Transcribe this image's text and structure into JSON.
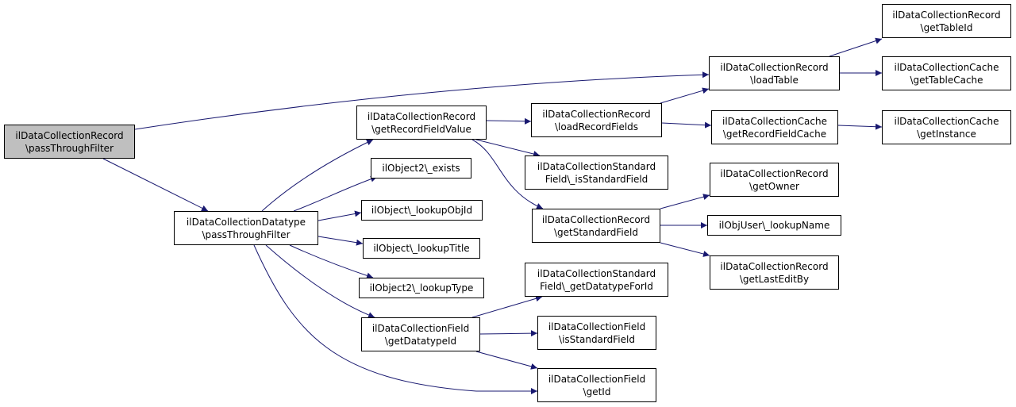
{
  "diagram": {
    "colors": {
      "edge": "#191970",
      "border": "#000000",
      "root_fill": "#bfbfbf",
      "node_fill": "#ffffff"
    },
    "nodes": [
      {
        "id": "n0",
        "line1": "ilDataCollectionRecord",
        "line2": "\\passThroughFilter",
        "root": true
      },
      {
        "id": "n1",
        "line1": "ilDataCollectionDatatype",
        "line2": "\\passThroughFilter"
      },
      {
        "id": "n2",
        "line1": "ilDataCollectionRecord",
        "line2": "\\getRecordFieldValue"
      },
      {
        "id": "n3",
        "line1": "ilObject2\\_exists",
        "line2": ""
      },
      {
        "id": "n4",
        "line1": "ilObject\\_lookupObjId",
        "line2": ""
      },
      {
        "id": "n5",
        "line1": "ilObject\\_lookupTitle",
        "line2": ""
      },
      {
        "id": "n6",
        "line1": "ilObject2\\_lookupType",
        "line2": ""
      },
      {
        "id": "n7",
        "line1": "ilDataCollectionField",
        "line2": "\\getDatatypeId"
      },
      {
        "id": "n8",
        "line1": "ilDataCollectionRecord",
        "line2": "\\loadRecordFields"
      },
      {
        "id": "n9",
        "line1": "ilDataCollectionStandard",
        "line2": "Field\\_isStandardField"
      },
      {
        "id": "n10",
        "line1": "ilDataCollectionRecord",
        "line2": "\\getStandardField"
      },
      {
        "id": "n11",
        "line1": "ilDataCollectionStandard",
        "line2": "Field\\_getDatatypeForId"
      },
      {
        "id": "n12",
        "line1": "ilDataCollectionField",
        "line2": "\\isStandardField"
      },
      {
        "id": "n13",
        "line1": "ilDataCollectionField",
        "line2": "\\getId"
      },
      {
        "id": "n14",
        "line1": "ilDataCollectionRecord",
        "line2": "\\loadTable"
      },
      {
        "id": "n15",
        "line1": "ilDataCollectionCache",
        "line2": "\\getRecordFieldCache"
      },
      {
        "id": "n16",
        "line1": "ilDataCollectionRecord",
        "line2": "\\getOwner"
      },
      {
        "id": "n17",
        "line1": "ilObjUser\\_lookupName",
        "line2": ""
      },
      {
        "id": "n18",
        "line1": "ilDataCollectionRecord",
        "line2": "\\getLastEditBy"
      },
      {
        "id": "n19",
        "line1": "ilDataCollectionRecord",
        "line2": "\\getTableId"
      },
      {
        "id": "n20",
        "line1": "ilDataCollectionCache",
        "line2": "\\getTableCache"
      },
      {
        "id": "n21",
        "line1": "ilDataCollectionCache",
        "line2": "\\getInstance"
      }
    ],
    "edges": [
      [
        "n0",
        "n14"
      ],
      [
        "n0",
        "n1"
      ],
      [
        "n1",
        "n2"
      ],
      [
        "n1",
        "n3"
      ],
      [
        "n1",
        "n4"
      ],
      [
        "n1",
        "n5"
      ],
      [
        "n1",
        "n6"
      ],
      [
        "n1",
        "n7"
      ],
      [
        "n1",
        "n13"
      ],
      [
        "n2",
        "n8"
      ],
      [
        "n2",
        "n9"
      ],
      [
        "n2",
        "n10"
      ],
      [
        "n7",
        "n11"
      ],
      [
        "n7",
        "n12"
      ],
      [
        "n7",
        "n13"
      ],
      [
        "n8",
        "n14"
      ],
      [
        "n8",
        "n15"
      ],
      [
        "n10",
        "n16"
      ],
      [
        "n10",
        "n17"
      ],
      [
        "n10",
        "n18"
      ],
      [
        "n14",
        "n19"
      ],
      [
        "n14",
        "n20"
      ],
      [
        "n15",
        "n21"
      ]
    ]
  }
}
